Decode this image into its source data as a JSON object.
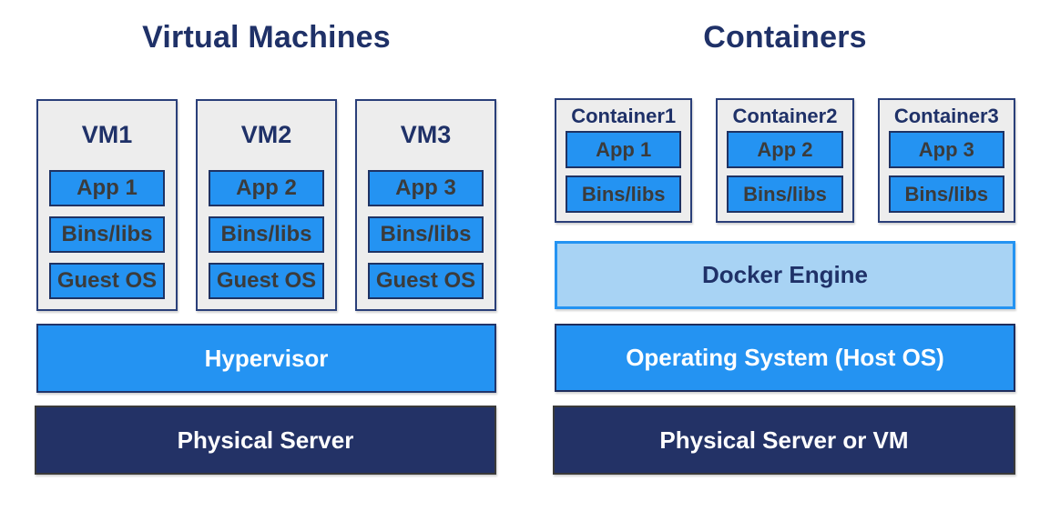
{
  "colors": {
    "title_navy": "#1f3168",
    "bright_blue": "#2493f2",
    "light_blue": "#a8d3f4",
    "navy_fill": "#233266",
    "box_gray": "#ededed",
    "box_border_navy": "#2a3f79",
    "layer_border_navy": "#1e3263",
    "layer_text_dark": "#3b3b3b",
    "dark_border": "#3a3a3a",
    "white_text": "#ffffff"
  },
  "left": {
    "title": "Virtual Machines",
    "vms": [
      {
        "name": "VM1",
        "app": "App 1",
        "bins": "Bins/libs",
        "os": "Guest OS"
      },
      {
        "name": "VM2",
        "app": "App 2",
        "bins": "Bins/libs",
        "os": "Guest OS"
      },
      {
        "name": "VM3",
        "app": "App 3",
        "bins": "Bins/libs",
        "os": "Guest OS"
      }
    ],
    "hypervisor": "Hypervisor",
    "base": "Physical Server"
  },
  "right": {
    "title": "Containers",
    "containers": [
      {
        "name": "Container1",
        "app": "App 1",
        "bins": "Bins/libs"
      },
      {
        "name": "Container2",
        "app": "App 2",
        "bins": "Bins/libs"
      },
      {
        "name": "Container3",
        "app": "App 3",
        "bins": "Bins/libs"
      }
    ],
    "engine": "Docker Engine",
    "os": "Operating System (Host OS)",
    "base": "Physical Server or VM"
  }
}
